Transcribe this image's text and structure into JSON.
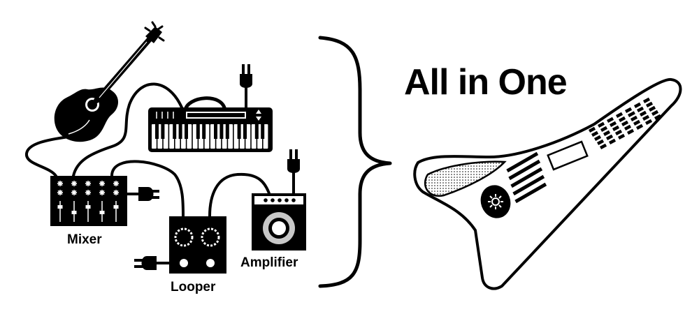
{
  "title": "All in One",
  "labels": {
    "mixer": "Mixer",
    "looper": "Looper",
    "amplifier": "Amplifier"
  },
  "colors": {
    "ink": "#000000",
    "paper": "#ffffff",
    "speaker_grey": "#c8c8c8"
  },
  "icons": [
    "acoustic-guitar-icon",
    "keyboard-synth-icon",
    "mixer-icon",
    "looper-pedal-icon",
    "amplifier-icon",
    "power-plug-icon",
    "brace-icon",
    "all-in-one-instrument-icon"
  ]
}
